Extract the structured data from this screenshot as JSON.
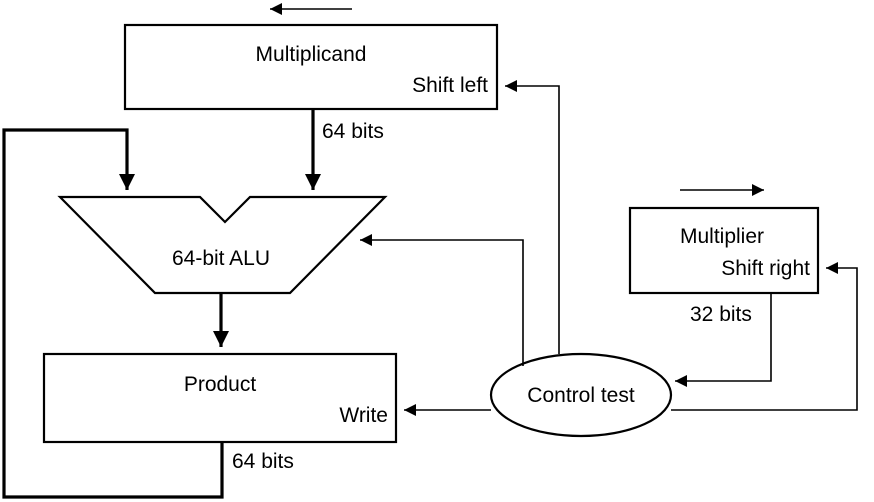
{
  "diagram": {
    "multiplicand": {
      "name": "Multiplicand",
      "action": "Shift left"
    },
    "multiplier": {
      "name": "Multiplier",
      "action": "Shift right"
    },
    "product": {
      "name": "Product",
      "action": "Write"
    },
    "alu": {
      "name": "64-bit ALU"
    },
    "control": {
      "name": "Control test"
    },
    "widths": {
      "multiplicand_to_alu": "64 bits",
      "multiplier_to_control": "32 bits",
      "product_feedback": "64 bits"
    }
  }
}
